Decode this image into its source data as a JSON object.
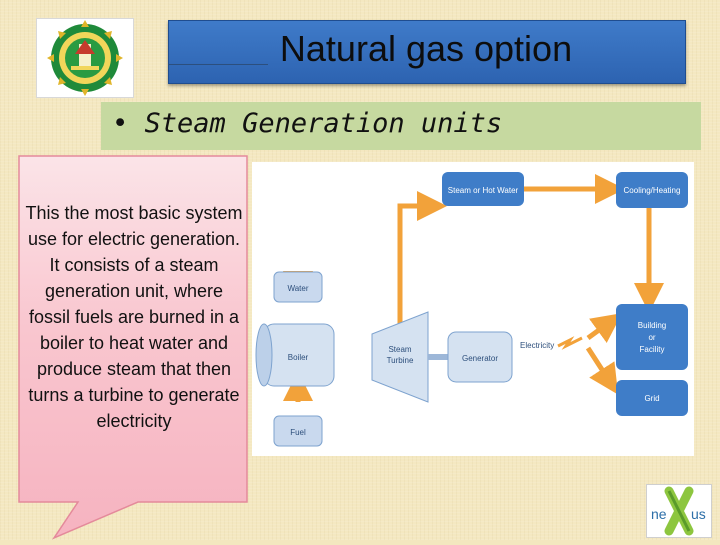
{
  "slide": {
    "title": "Natural gas option",
    "subtitle": "Steam Generation units",
    "bullet": "•",
    "callout_text": "This the most basic system use for electric generation. It consists of a steam generation unit, where fossil fuels are burned in a boiler to heat water and produce steam that then turns a turbine to generate electricity"
  },
  "diagram": {
    "labels": {
      "steam_hot_water": "Steam or Hot Water",
      "cooling_heating": "Cooling/Heating",
      "water": "Water",
      "boiler": "Boiler",
      "fuel": "Fuel",
      "steam_turbine_1": "Steam",
      "steam_turbine_2": "Turbine",
      "generator": "Generator",
      "electricity": "Electricity",
      "building_1": "Building",
      "building_2": "or",
      "building_3": "Facility",
      "grid": "Grid"
    }
  },
  "logos": {
    "nexus_left": "ne",
    "nexus_right": "us"
  },
  "colors": {
    "background": "#f4e8c1",
    "title_bar": "#3a74c2",
    "subtitle_bar": "#c6d9a0",
    "callout": "#f8c8d0",
    "diagram_arrow": "#f2a23a",
    "diagram_box": "#3f7dc8",
    "nexus_green": "#8dc63f"
  }
}
